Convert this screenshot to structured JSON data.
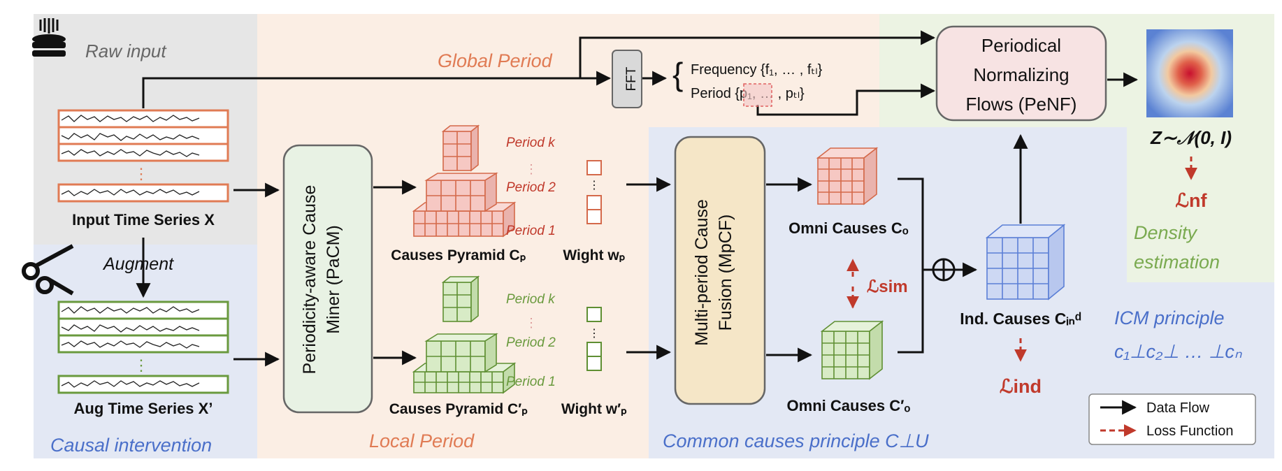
{
  "regions": {
    "raw_input": "Raw input",
    "augment": "Augment",
    "causal_intervention": "Causal intervention",
    "global_period": "Global Period",
    "local_period": "Local Period",
    "common_causes": "Common causes principle C⊥U",
    "density": [
      "Density",
      "estimation"
    ],
    "icm": "ICM principle",
    "icm_formula": "c₁⊥c₂⊥ … ⊥cₙ"
  },
  "series": {
    "input_label": "Input Time Series X",
    "aug_label": "Aug Time Series X’",
    "dots": "⋮"
  },
  "modules": {
    "pacm": [
      "Periodicity-aware Cause",
      "Miner (PaCM)"
    ],
    "mpcf": [
      "Multi-period Cause",
      "Fusion (MpCF)"
    ],
    "penf": [
      "Periodical",
      "Normalizing",
      "Flows (PeNF)"
    ],
    "fft": "FFT"
  },
  "fft_out": {
    "frequency": "Frequency {f₁, … , fₜₗ}",
    "period": "Period {p₁, … , pₜₗ}"
  },
  "pyramid": {
    "levels": [
      "Period k",
      "Period 2",
      "Period 1"
    ],
    "top_label": "Causes Pyramid Cₚ",
    "bottom_label": "Causes Pyramid C′ₚ",
    "weight_top": "Wight wₚ",
    "weight_bottom": "Wight w′ₚ"
  },
  "omni": {
    "top": "Omni Causes Cₒ",
    "bottom": "Omni Causes C′ₒ"
  },
  "ind": {
    "label": "Ind. Causes Cᵢₙᵈ"
  },
  "losses": {
    "sim": "ℒsim",
    "ind": "ℒind",
    "nf": "ℒnf"
  },
  "latent": "Z∼𝒩(0, I)",
  "legend": {
    "data_flow": "Data Flow",
    "loss_function": "Loss Function"
  },
  "colors": {
    "orange": "#e07b54",
    "green": "#6a9a3e",
    "blue": "#5b7fd6",
    "red": "#c0392b"
  }
}
